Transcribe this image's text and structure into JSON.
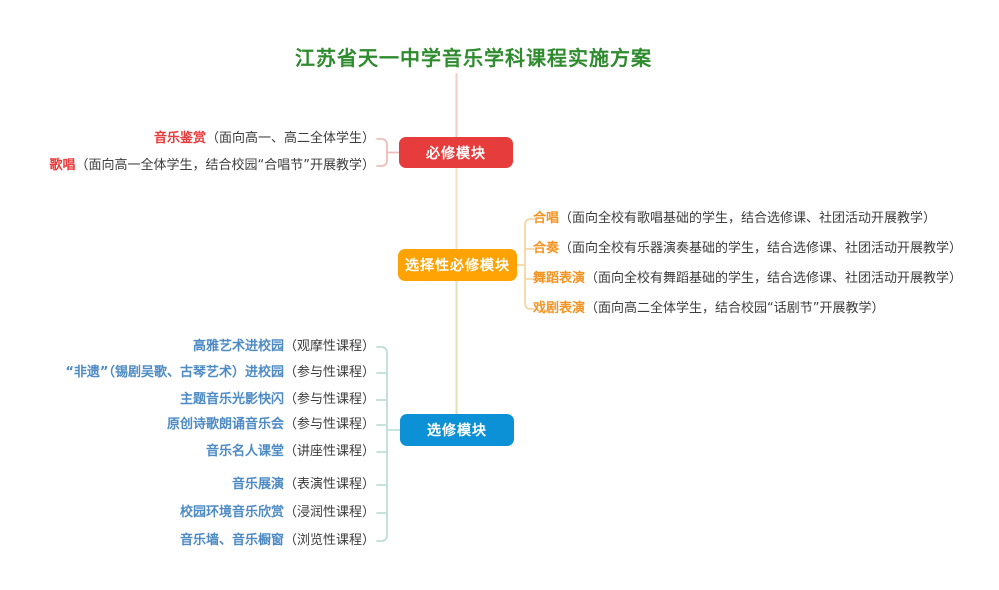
{
  "title": {
    "text": "江苏省天一中学音乐学科课程实施方案"
  },
  "colors": {
    "title": "#2E8B2E",
    "description_text": "#3C3C3C",
    "background": "#FFFFFF"
  },
  "trunk": {
    "segment_colors": [
      "#F2CCC7",
      "#F6DFC2",
      "#DFE0B5"
    ]
  },
  "modules": [
    {
      "label": "必修模块",
      "box_color": "#E73C3C",
      "term_color": "#E73C3C",
      "connector_color": "#EFBDB7",
      "items": [
        {
          "term": "音乐鉴赏",
          "desc": "（面向高一、高二全体学生）"
        },
        {
          "term": "歌唱",
          "desc": "（面向高一全体学生，结合校园“合唱节”开展教学）"
        }
      ]
    },
    {
      "label": "选择性必修模块",
      "box_color": "#FFA203",
      "term_color": "#F39422",
      "connector_color": "#F6D6A6",
      "items": [
        {
          "term": "合唱",
          "desc": "（面向全校有歌唱基础的学生，结合选修课、社团活动开展教学）"
        },
        {
          "term": "合奏",
          "desc": "（面向全校有乐器演奏基础的学生，结合选修课、社团活动开展教学）"
        },
        {
          "term": "舞蹈表演",
          "desc": "（面向全校有舞蹈基础的学生，结合选修课、社团活动开展教学）"
        },
        {
          "term": "戏剧表演",
          "desc": "（面向高二全体学生，结合校园“话剧节”开展教学）"
        }
      ]
    },
    {
      "label": "选修模块",
      "box_color": "#0C91D6",
      "term_color": "#4E8BC4",
      "connector_color": "#BEDFD8",
      "items": [
        {
          "term": "高雅艺术进校园",
          "desc": "（观摩性课程）"
        },
        {
          "term": "“非遗”（锡剧吴歌、古琴艺术）进校园",
          "desc": "（参与性课程）"
        },
        {
          "term": "主题音乐光影快闪",
          "desc": "（参与性课程）"
        },
        {
          "term": "原创诗歌朗诵音乐会",
          "desc": "（参与性课程）"
        },
        {
          "term": "音乐名人课堂",
          "desc": "（讲座性课程）"
        },
        {
          "term": "音乐展演",
          "desc": "（表演性课程）"
        },
        {
          "term": "校园环境音乐欣赏",
          "desc": "（浸润性课程）"
        },
        {
          "term": "音乐墙、音乐橱窗",
          "desc": "（浏览性课程）"
        }
      ]
    }
  ]
}
